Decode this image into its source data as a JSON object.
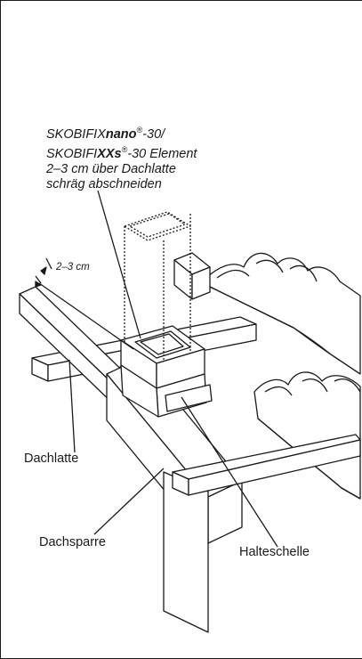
{
  "note": {
    "line1_pre": "SKOBIFIX",
    "line1_bold": "nano",
    "line1_sup": "®",
    "line1_post": "-30/",
    "line2_pre": "SKOBIFI",
    "line2_bold": "XXs",
    "line2_sup": "®",
    "line2_post": "-30 Element",
    "line3": "2–3 cm über Dachlatte",
    "line4": "schräg abschneiden"
  },
  "dimension_label": "2–3 cm",
  "labels": {
    "dachlatte": "Dachlatte",
    "dachsparre": "Dachsparre",
    "halteschelle": "Halteschelle"
  },
  "colors": {
    "line": "#1a1a1a",
    "fill": "#ffffff"
  }
}
